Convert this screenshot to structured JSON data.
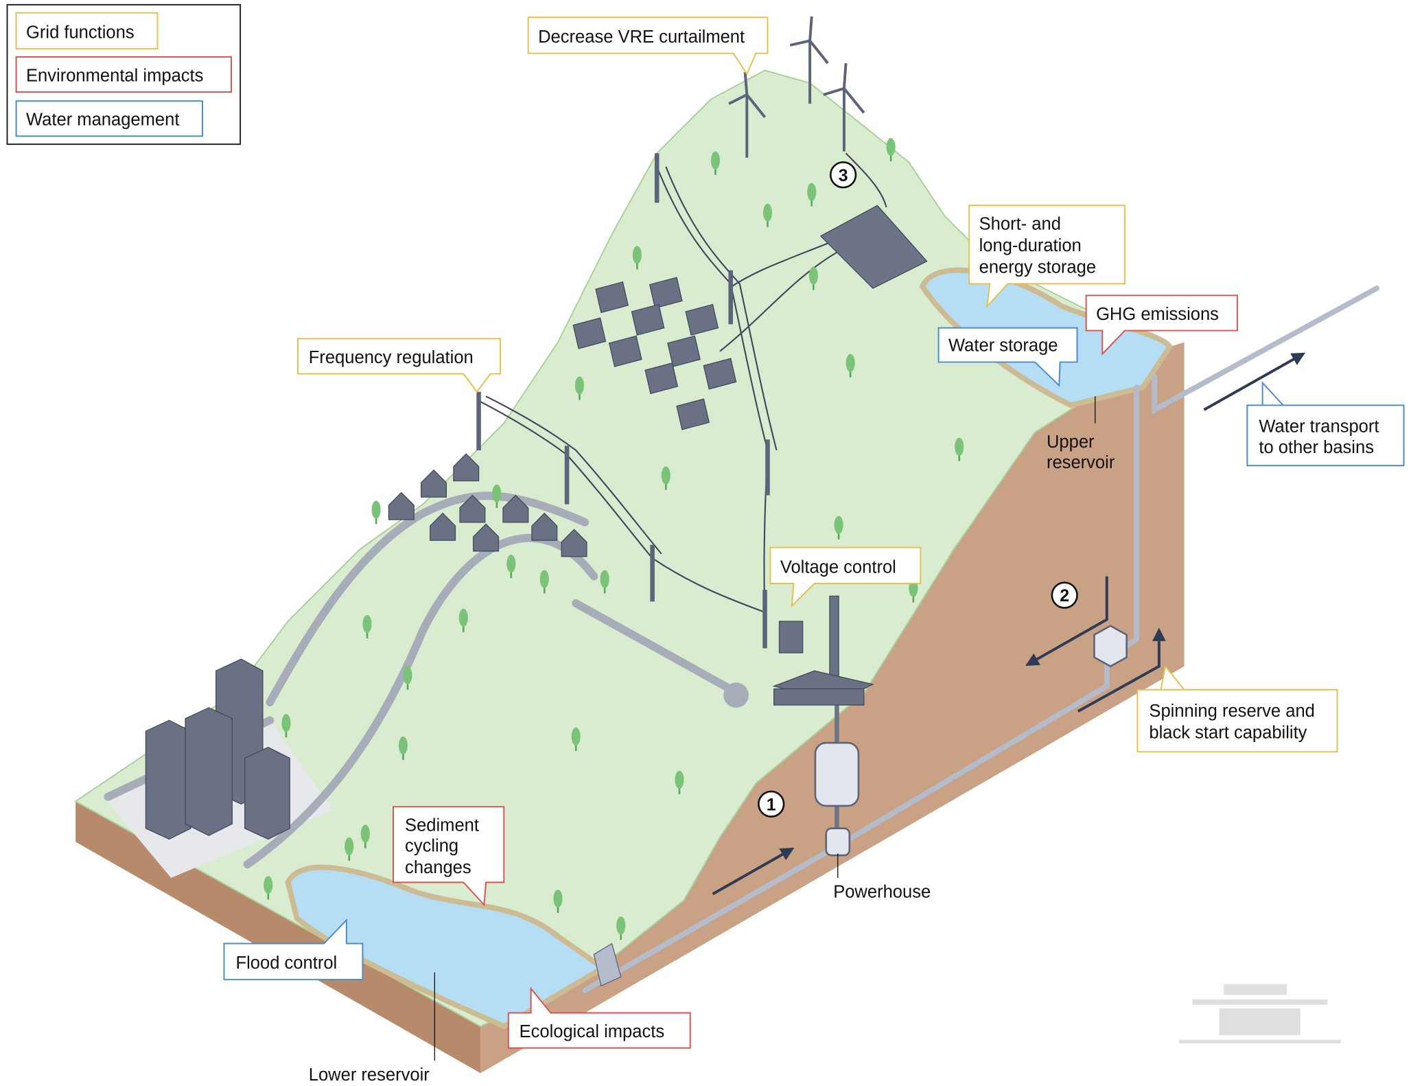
{
  "legend": {
    "items": [
      {
        "label": "Grid functions",
        "color": "#e6c04e"
      },
      {
        "label": "Environmental impacts",
        "color": "#d9534f"
      },
      {
        "label": "Water management",
        "color": "#4a8cc9"
      }
    ]
  },
  "callouts": {
    "decrease_vre": "Decrease VRE curtailment",
    "storage": [
      "Short- and",
      "long-duration",
      "energy storage"
    ],
    "ghg": "GHG emissions",
    "water_storage": "Water storage",
    "frequency": "Frequency regulation",
    "voltage": "Voltage control",
    "water_transport": [
      "Water transport",
      "to other basins"
    ],
    "spinning": [
      "Spinning reserve and",
      "black start capability"
    ],
    "sediment": [
      "Sediment",
      "cycling",
      "changes"
    ],
    "flood": "Flood control",
    "ecological": "Ecological impacts"
  },
  "labels": {
    "upper_reservoir": [
      "Upper",
      "reservoir"
    ],
    "powerhouse": "Powerhouse",
    "lower_reservoir": "Lower reservoir"
  },
  "markers": [
    "1",
    "2",
    "3"
  ],
  "colors": {
    "grass": "#d9ecd0",
    "soil": "#c9a285",
    "water": "#b5def4",
    "infra": "#5d6479"
  }
}
